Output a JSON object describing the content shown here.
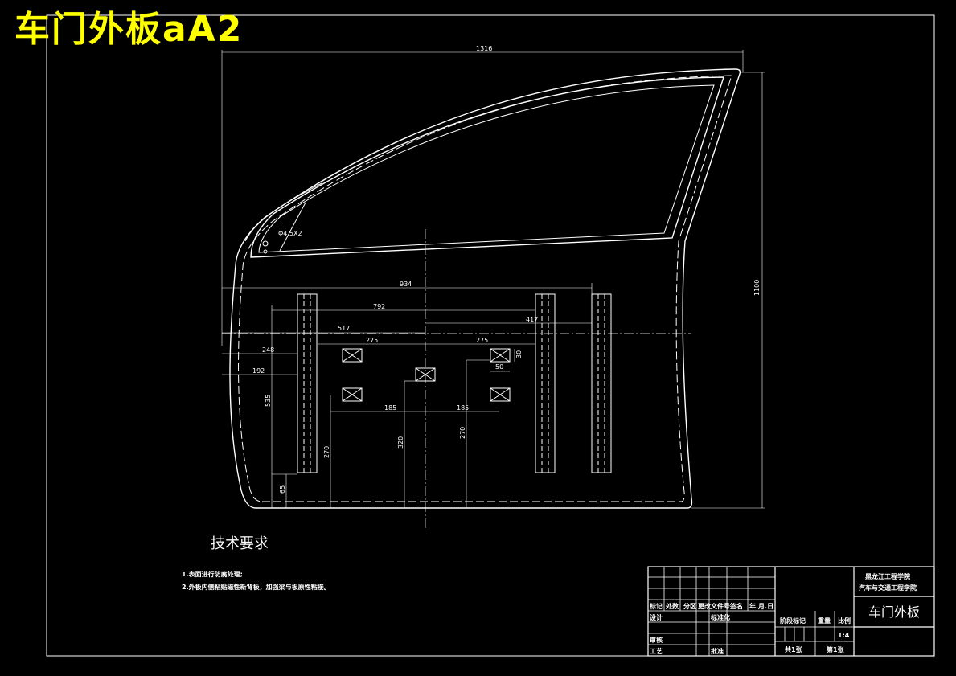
{
  "title_overlay": "车门外板aA2",
  "dimensions": {
    "overall_width": "1316",
    "overall_height": "1100",
    "hole": "Φ4.5X2",
    "d934": "934",
    "d792": "792",
    "d517": "517",
    "d417": "417",
    "d275a": "275",
    "d275b": "275",
    "d248": "248",
    "d192": "192",
    "d535": "535",
    "d270a": "270",
    "d320": "320",
    "d270b": "270",
    "d185a": "185",
    "d185b": "185",
    "d65": "65",
    "d50": "50",
    "d30": "30"
  },
  "tech": {
    "heading": "技术要求",
    "note1": "1.表面进行防腐处理;",
    "note2": "2.外板内侧粘贴磁性新背板，加强梁与板原性粘接。"
  },
  "title_block": {
    "school1": "黑龙江工程学院",
    "school2": "汽车与交通工程学院",
    "part_name": "车门外板",
    "scale_label": "比例",
    "scale": "1:4",
    "weight_label": "重量",
    "stage_label": "阶段标记",
    "sheets_total": "共1张",
    "sheet_no": "第1张",
    "h_mark": "标记",
    "h_count": "处数",
    "h_zone": "分区",
    "h_doc": "更改文件号",
    "h_sign": "签名",
    "h_date": "年.月.日",
    "design": "设计",
    "standard": "标准化",
    "check": "审核",
    "process": "工艺",
    "approve": "批准"
  }
}
